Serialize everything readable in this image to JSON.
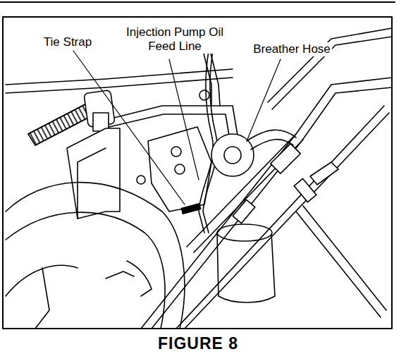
{
  "diagram": {
    "caption": "FIGURE 8",
    "labels": [
      "Tie Strap",
      "Injection Pump Oil Feed Line",
      "Breather Hose"
    ]
  }
}
